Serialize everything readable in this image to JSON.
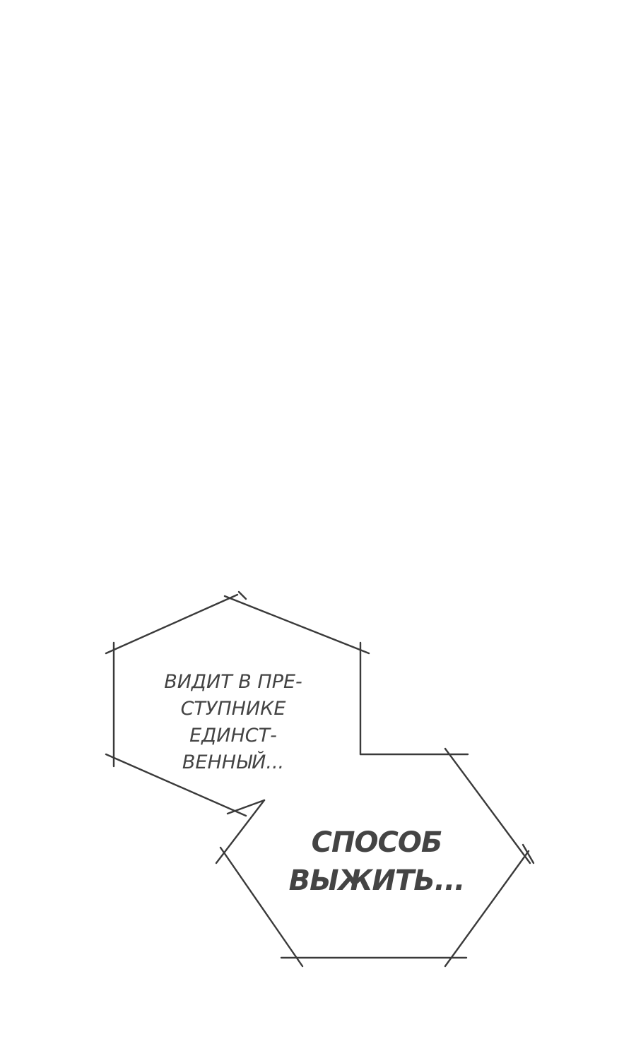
{
  "panel": {
    "background": "#ffffff",
    "line_color": "#3a3a3a",
    "text_color": "#444444"
  },
  "caption_top": {
    "lines": [
      "видит в пре-",
      "ступнике единст-",
      "венный..."
    ]
  },
  "caption_bottom": {
    "lines": [
      "способ",
      "выжить..."
    ]
  }
}
